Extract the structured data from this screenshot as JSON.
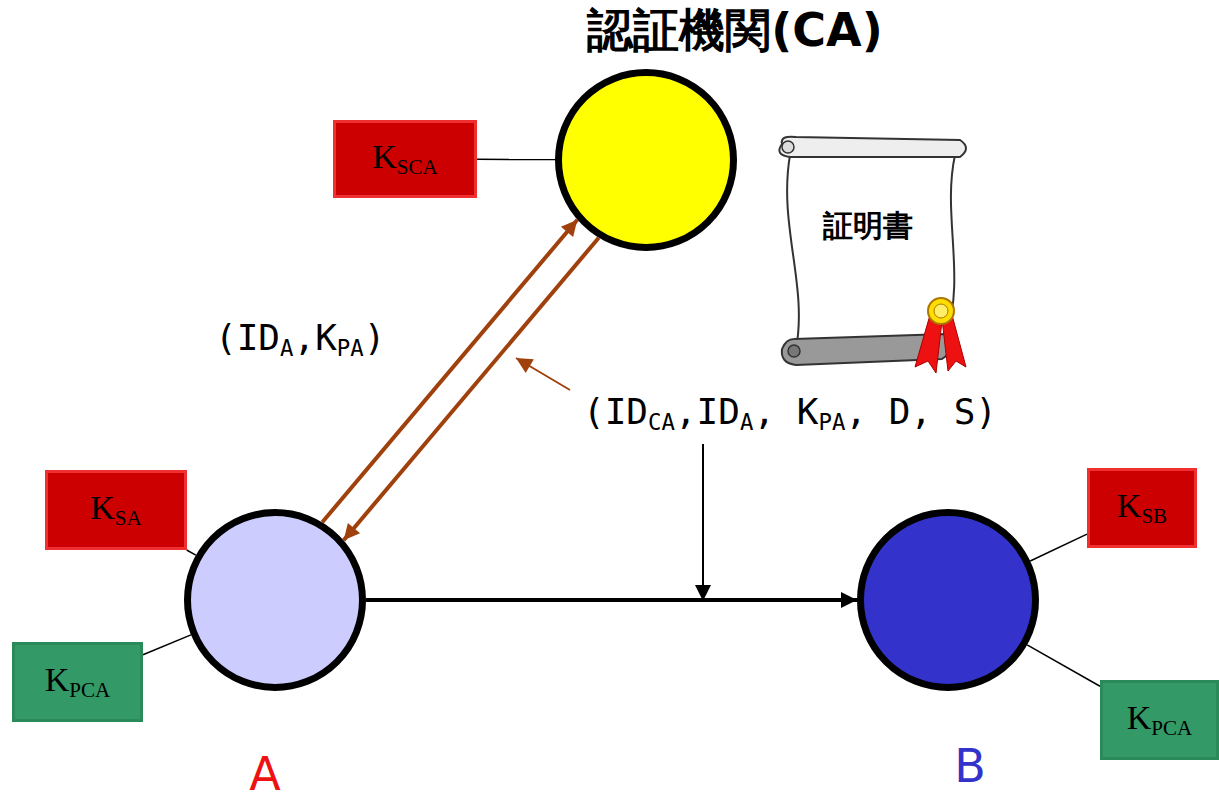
{
  "diagram": {
    "nodes": [
      {
        "text": [
          "認証機関(CA)"
        ]
      },
      {
        "text": [
          "KSCA"
        ]
      },
      {
        "text": [
          "証明書"
        ]
      },
      {
        "text": [
          "KSA"
        ]
      },
      {
        "text": [
          "A"
        ]
      },
      {
        "text": [
          "KPCA"
        ]
      },
      {
        "text": [
          "B"
        ]
      },
      {
        "text": [
          "KSB"
        ]
      },
      {
        "text": [
          "KPCA"
        ]
      }
    ],
    "edges": [
      {
        "from": 1,
        "to": 0,
        "arrow": "none"
      },
      {
        "from": 4,
        "to": 0,
        "arrow": "to",
        "label": "(IDA,KPA)"
      },
      {
        "from": 0,
        "to": 4,
        "arrow": "to"
      },
      {
        "from": 3,
        "to": 4,
        "arrow": "none"
      },
      {
        "from": 5,
        "to": 4,
        "arrow": "none"
      },
      {
        "from": 4,
        "to": 6,
        "arrow": "to"
      },
      {
        "from": 7,
        "to": 6,
        "arrow": "none"
      },
      {
        "from": 8,
        "to": 6,
        "arrow": "none"
      }
    ],
    "labels": [
      "(IDCA,IDA, KPA, D, S)"
    ]
  }
}
